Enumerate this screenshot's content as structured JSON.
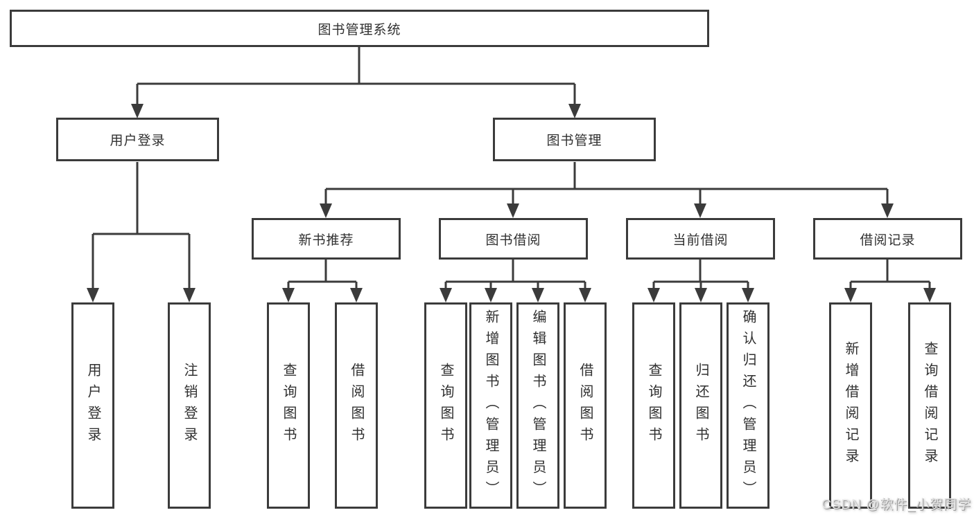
{
  "diagram": {
    "root": {
      "label": "图书管理系统"
    },
    "branches": [
      {
        "label": "用户登录",
        "children": [
          {
            "label": "用户登录"
          },
          {
            "label": "注销登录"
          }
        ]
      },
      {
        "label": "图书管理",
        "children": [
          {
            "label": "新书推荐",
            "children": [
              {
                "label": "查询图书"
              },
              {
                "label": "借阅图书"
              }
            ]
          },
          {
            "label": "图书借阅",
            "children": [
              {
                "label": "查询图书"
              },
              {
                "label": "新增图书（管理员）"
              },
              {
                "label": "编辑图书（管理员）"
              },
              {
                "label": "借阅图书"
              }
            ]
          },
          {
            "label": "当前借阅",
            "children": [
              {
                "label": "查询图书"
              },
              {
                "label": "归还图书"
              },
              {
                "label": "确认归还（管理员）"
              }
            ]
          },
          {
            "label": "借阅记录",
            "children": [
              {
                "label": "新增借阅记录"
              },
              {
                "label": "查询借阅记录"
              }
            ]
          }
        ]
      }
    ]
  },
  "watermark": {
    "text": "CSDN @软件_小贺同学"
  },
  "colors": {
    "line": "#3b3b3b",
    "text": "#303030",
    "background": "#ffffff",
    "watermark": "#e5e5e5"
  }
}
